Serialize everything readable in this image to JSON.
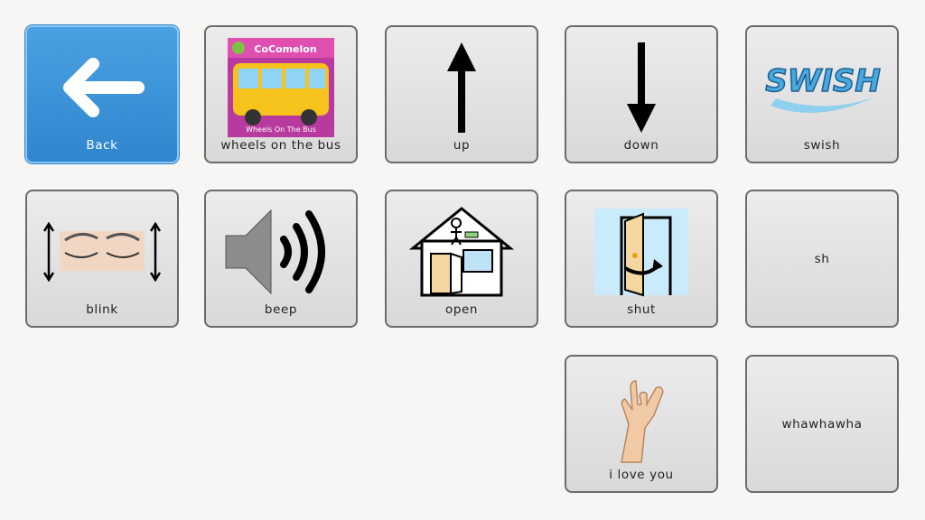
{
  "tiles": [
    {
      "label": "Back",
      "icon": "back-arrow-icon"
    },
    {
      "label": "wheels on the bus",
      "icon": "cocomelon-bus-image",
      "image_text": "CoComelon",
      "image_subtitle": "Wheels On The Bus"
    },
    {
      "label": "up",
      "icon": "up-arrow-icon"
    },
    {
      "label": "down",
      "icon": "down-arrow-icon"
    },
    {
      "label": "swish",
      "icon": "swish-logo",
      "image_text": "SWISH"
    },
    {
      "label": "blink",
      "icon": "blink-eyes-icon"
    },
    {
      "label": "beep",
      "icon": "speaker-icon"
    },
    {
      "label": "open",
      "icon": "open-house-icon"
    },
    {
      "label": "shut",
      "icon": "shut-door-icon"
    },
    {
      "label": "sh"
    },
    {
      "label": "i love you",
      "icon": "i-love-you-hand-icon"
    },
    {
      "label": "whawhawha"
    }
  ],
  "colors": {
    "back_tile": "#2f86cf",
    "tile_bg": "#dcdcdc",
    "tile_border": "#6b6b6b",
    "page_bg": "#f7f6f4"
  }
}
